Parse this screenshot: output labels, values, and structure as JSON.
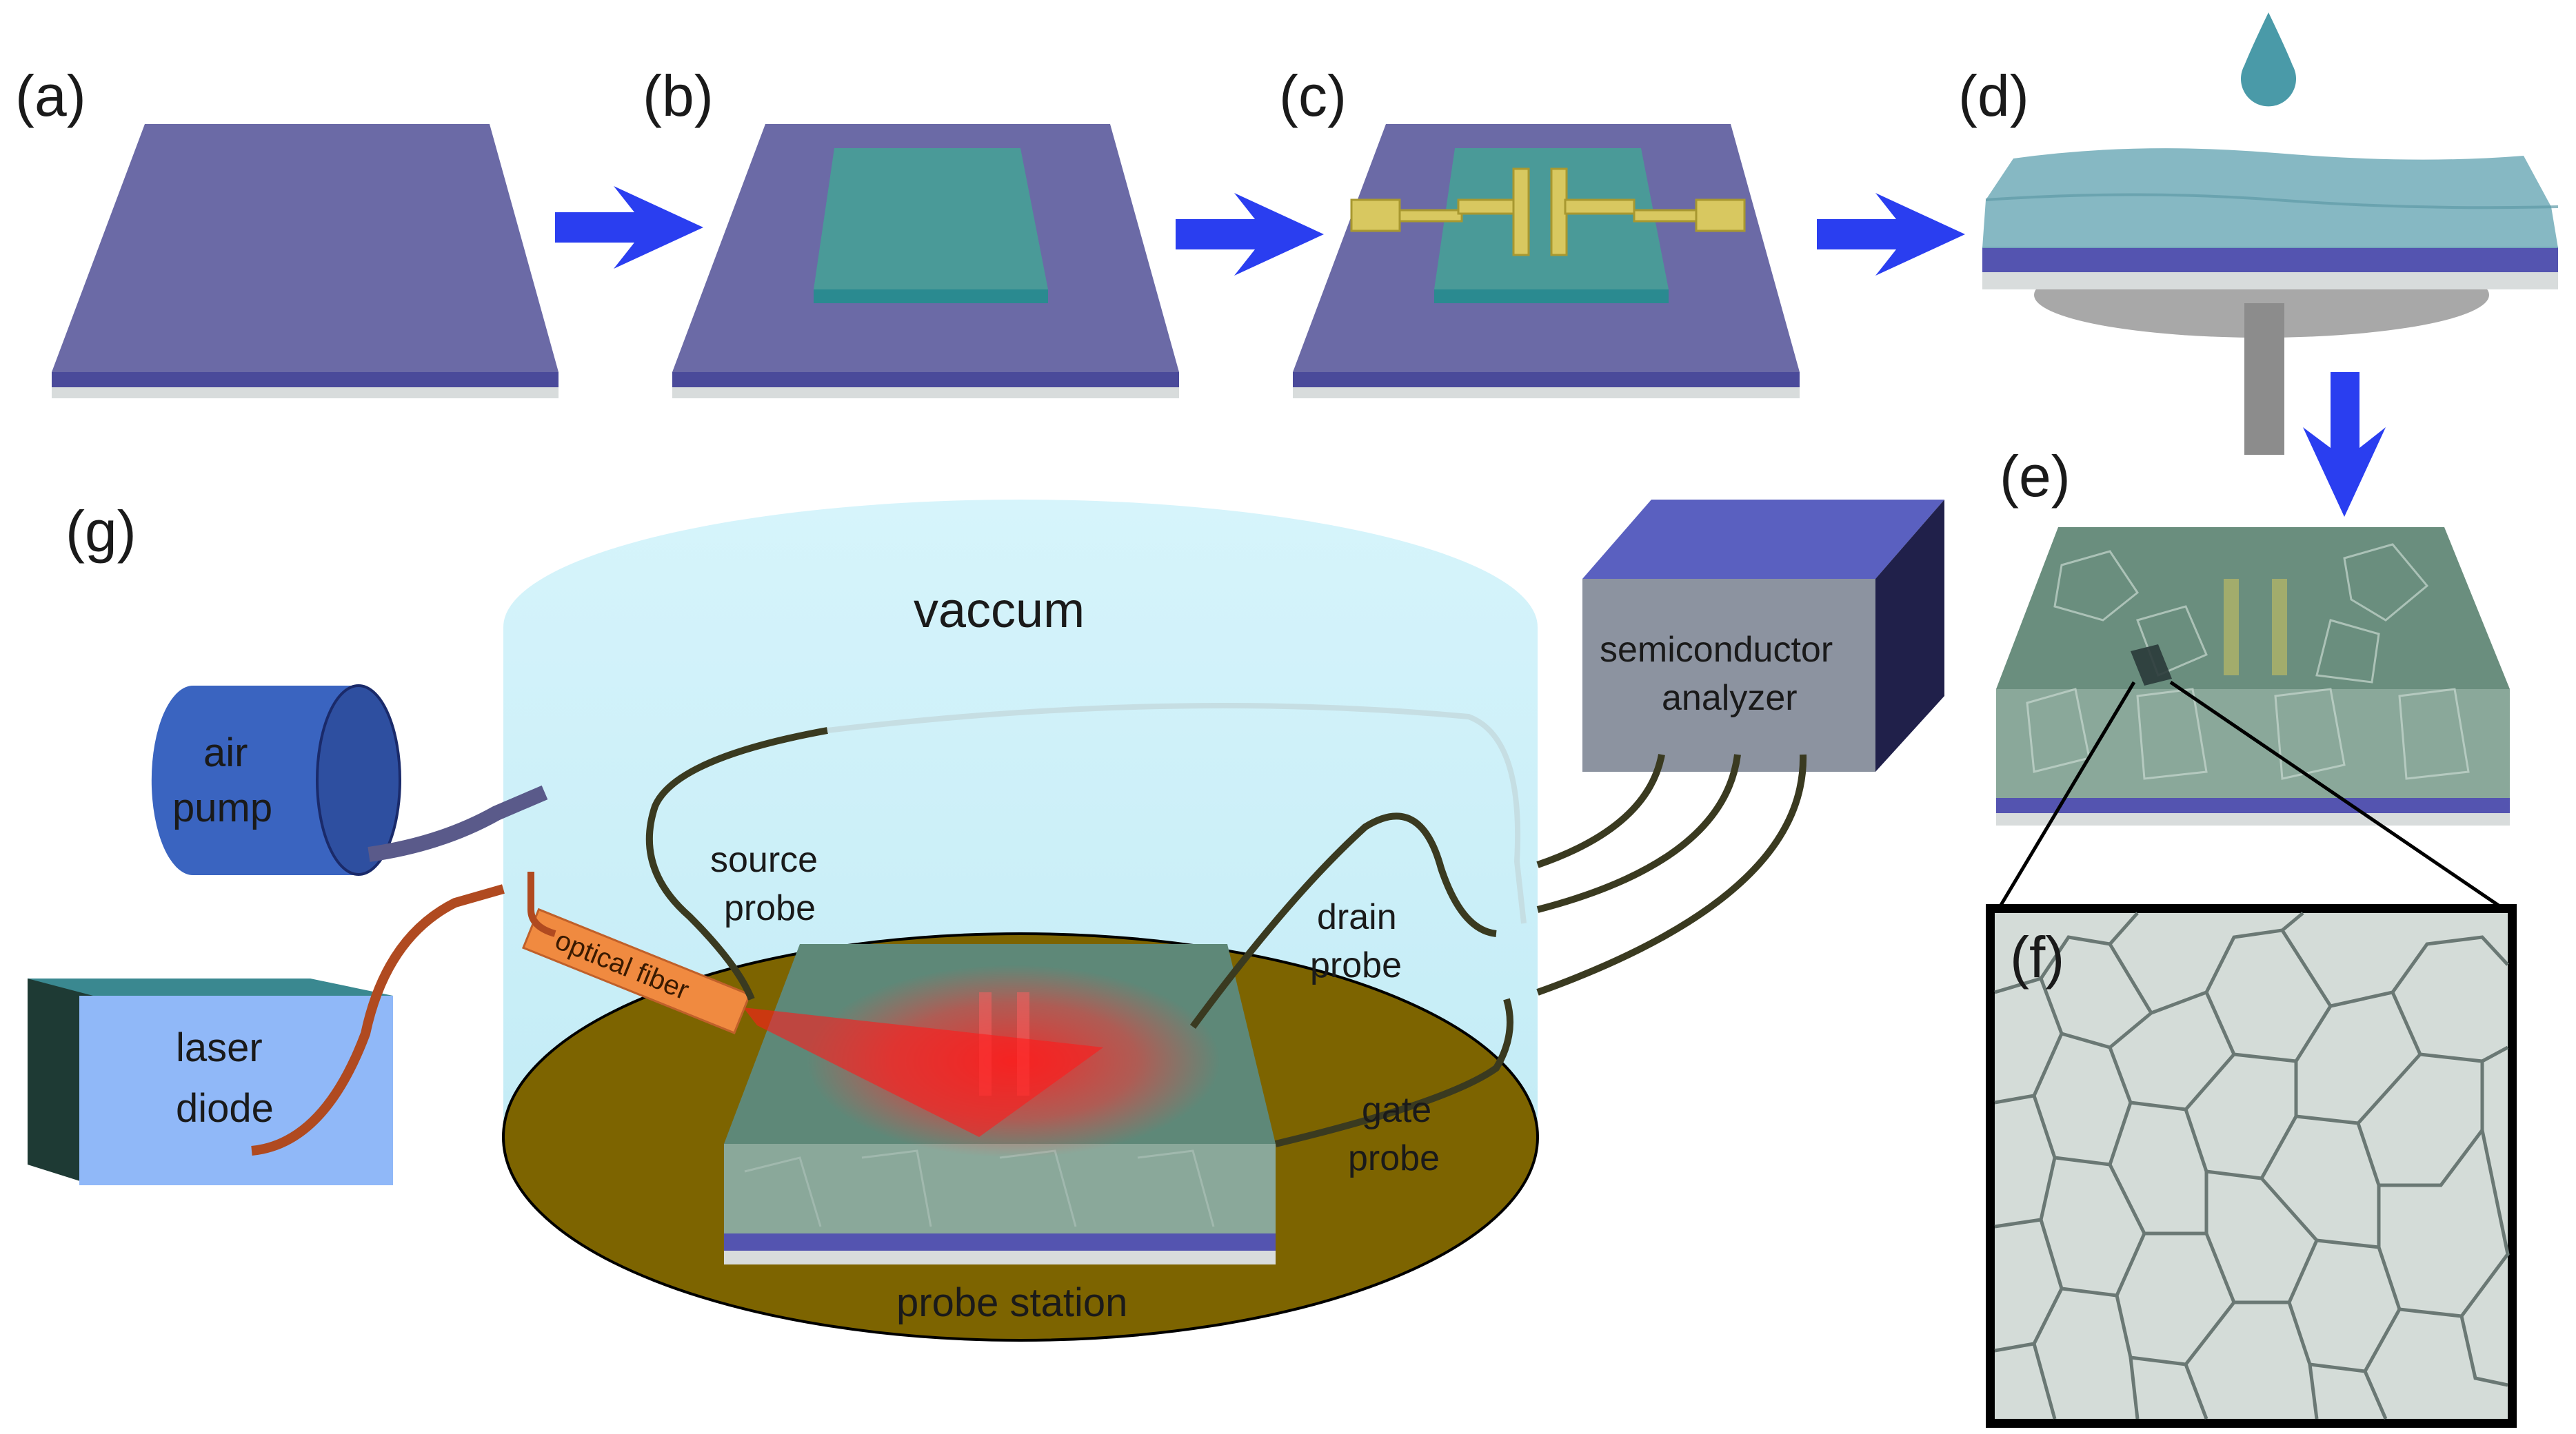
{
  "panels": {
    "a": "(a)",
    "b": "(b)",
    "c": "(c)",
    "d": "(d)",
    "e": "(e)",
    "f": "(f)",
    "g": "(g)"
  },
  "labels": {
    "vacuum": "vaccum",
    "semiconductor_line1": "semiconductor",
    "semiconductor_line2": "analyzer",
    "air_pump_line1": "air",
    "air_pump_line2": "pump",
    "laser_line1": "laser",
    "laser_line2": "diode",
    "source_line1": "source",
    "source_line2": "probe",
    "drain_line1": "drain",
    "drain_line2": "probe",
    "gate_line1": "gate",
    "gate_line2": "probe",
    "optical_fiber": "optical fiber",
    "probe_station": "probe station"
  },
  "colors": {
    "substrate": "#6b6aa6",
    "substrate_edge": "#4a4a9a",
    "film": "#4a9a98",
    "electrode": "#d8c860",
    "arrow": "#2a3ef0",
    "chamber": "#cdf0f8",
    "station": "#7d6400",
    "air_pump": "#3a64c0",
    "laser_box": "#90b8f8",
    "analyzer": "#8c93a0",
    "laser_beam": "#ff2020",
    "fiber": "#f08a40"
  }
}
